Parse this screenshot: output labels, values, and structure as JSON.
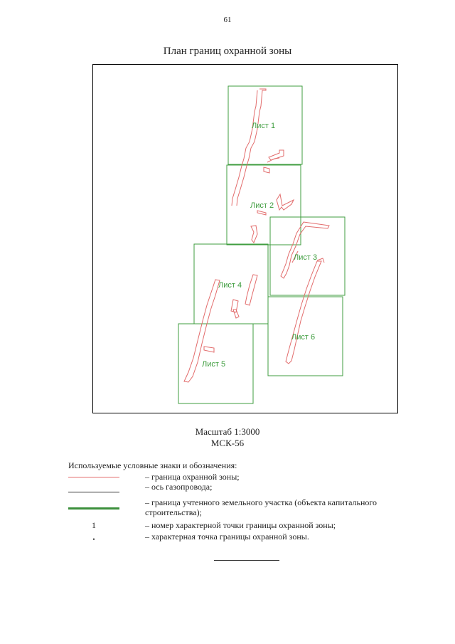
{
  "page": {
    "number": "61",
    "title": "План границ охранной зоны"
  },
  "plan": {
    "sheets": [
      {
        "label": "Лист 1"
      },
      {
        "label": "Лист 2"
      },
      {
        "label": "Лист 3"
      },
      {
        "label": "Лист 4"
      },
      {
        "label": "Лист 5"
      },
      {
        "label": "Лист 6"
      }
    ]
  },
  "scale": {
    "ratio": "Масштаб 1:3000",
    "crs": "МСК-56"
  },
  "legend": {
    "title": "Используемые условные знаки и обозначения:",
    "items": [
      {
        "symbol": "red-line",
        "text": "– граница охранной зоны;"
      },
      {
        "symbol": "black-line",
        "text": "– ось газопровода;"
      },
      {
        "symbol": "green-line",
        "text": "– граница учтенного земельного участка (объекта капитального строительства);"
      },
      {
        "symbol": "number",
        "symbol_text": "1",
        "text": "– номер характерной точки границы охранной зоны;"
      },
      {
        "symbol": "dot",
        "symbol_text": "•",
        "text": "– характерная точка границы охранной зоны."
      }
    ]
  },
  "colors": {
    "zone_boundary": "#e26b6b",
    "sheet_frame": "#3f9d3f",
    "parcel_boundary": "#3c8f3c"
  }
}
